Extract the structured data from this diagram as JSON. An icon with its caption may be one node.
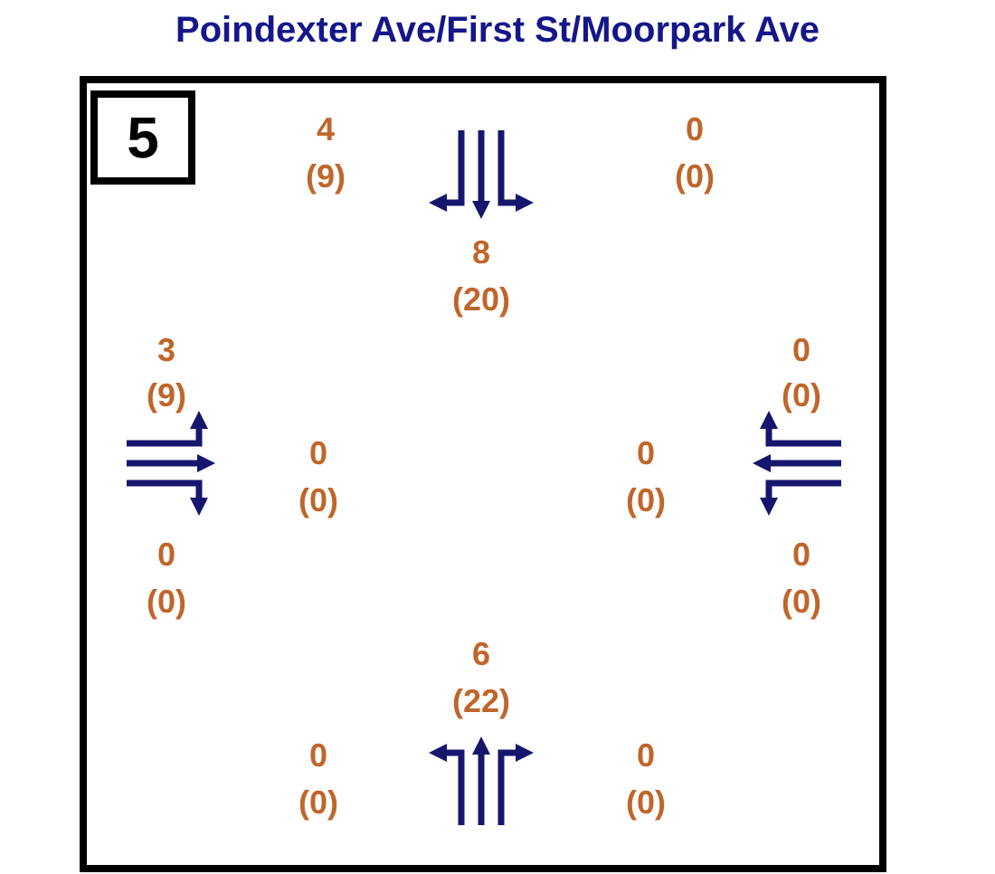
{
  "diagram": {
    "title": "Poindexter Ave/First St/Moorpark Ave",
    "nodes": [
      {
        "text": [
          "5"
        ]
      }
    ],
    "labels": [
      "4",
      "(9)",
      "0",
      "(0)",
      "8",
      "(20)",
      "3",
      "(9)",
      "0",
      "(0)",
      "0",
      "(0)",
      "0",
      "(0)",
      "0",
      "(0)",
      "0",
      "(0)",
      "6",
      "(22)",
      "0",
      "(0)",
      "0",
      "(0)"
    ]
  }
}
